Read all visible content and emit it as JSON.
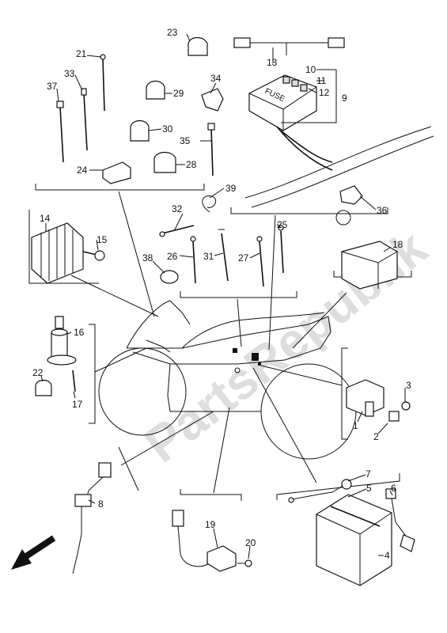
{
  "watermark": "PartsRepublik",
  "fuse_box_text": "FUSE",
  "callouts": [
    "1",
    "2",
    "3",
    "4",
    "5",
    "6",
    "7",
    "8",
    "9",
    "10",
    "11",
    "12",
    "13",
    "14",
    "15",
    "16",
    "17",
    "18",
    "19",
    "20",
    "21",
    "22",
    "23",
    "24",
    "25",
    "26",
    "27",
    "28",
    "29",
    "30",
    "31",
    "32",
    "33",
    "34",
    "35",
    "36",
    "37",
    "38",
    "39"
  ]
}
